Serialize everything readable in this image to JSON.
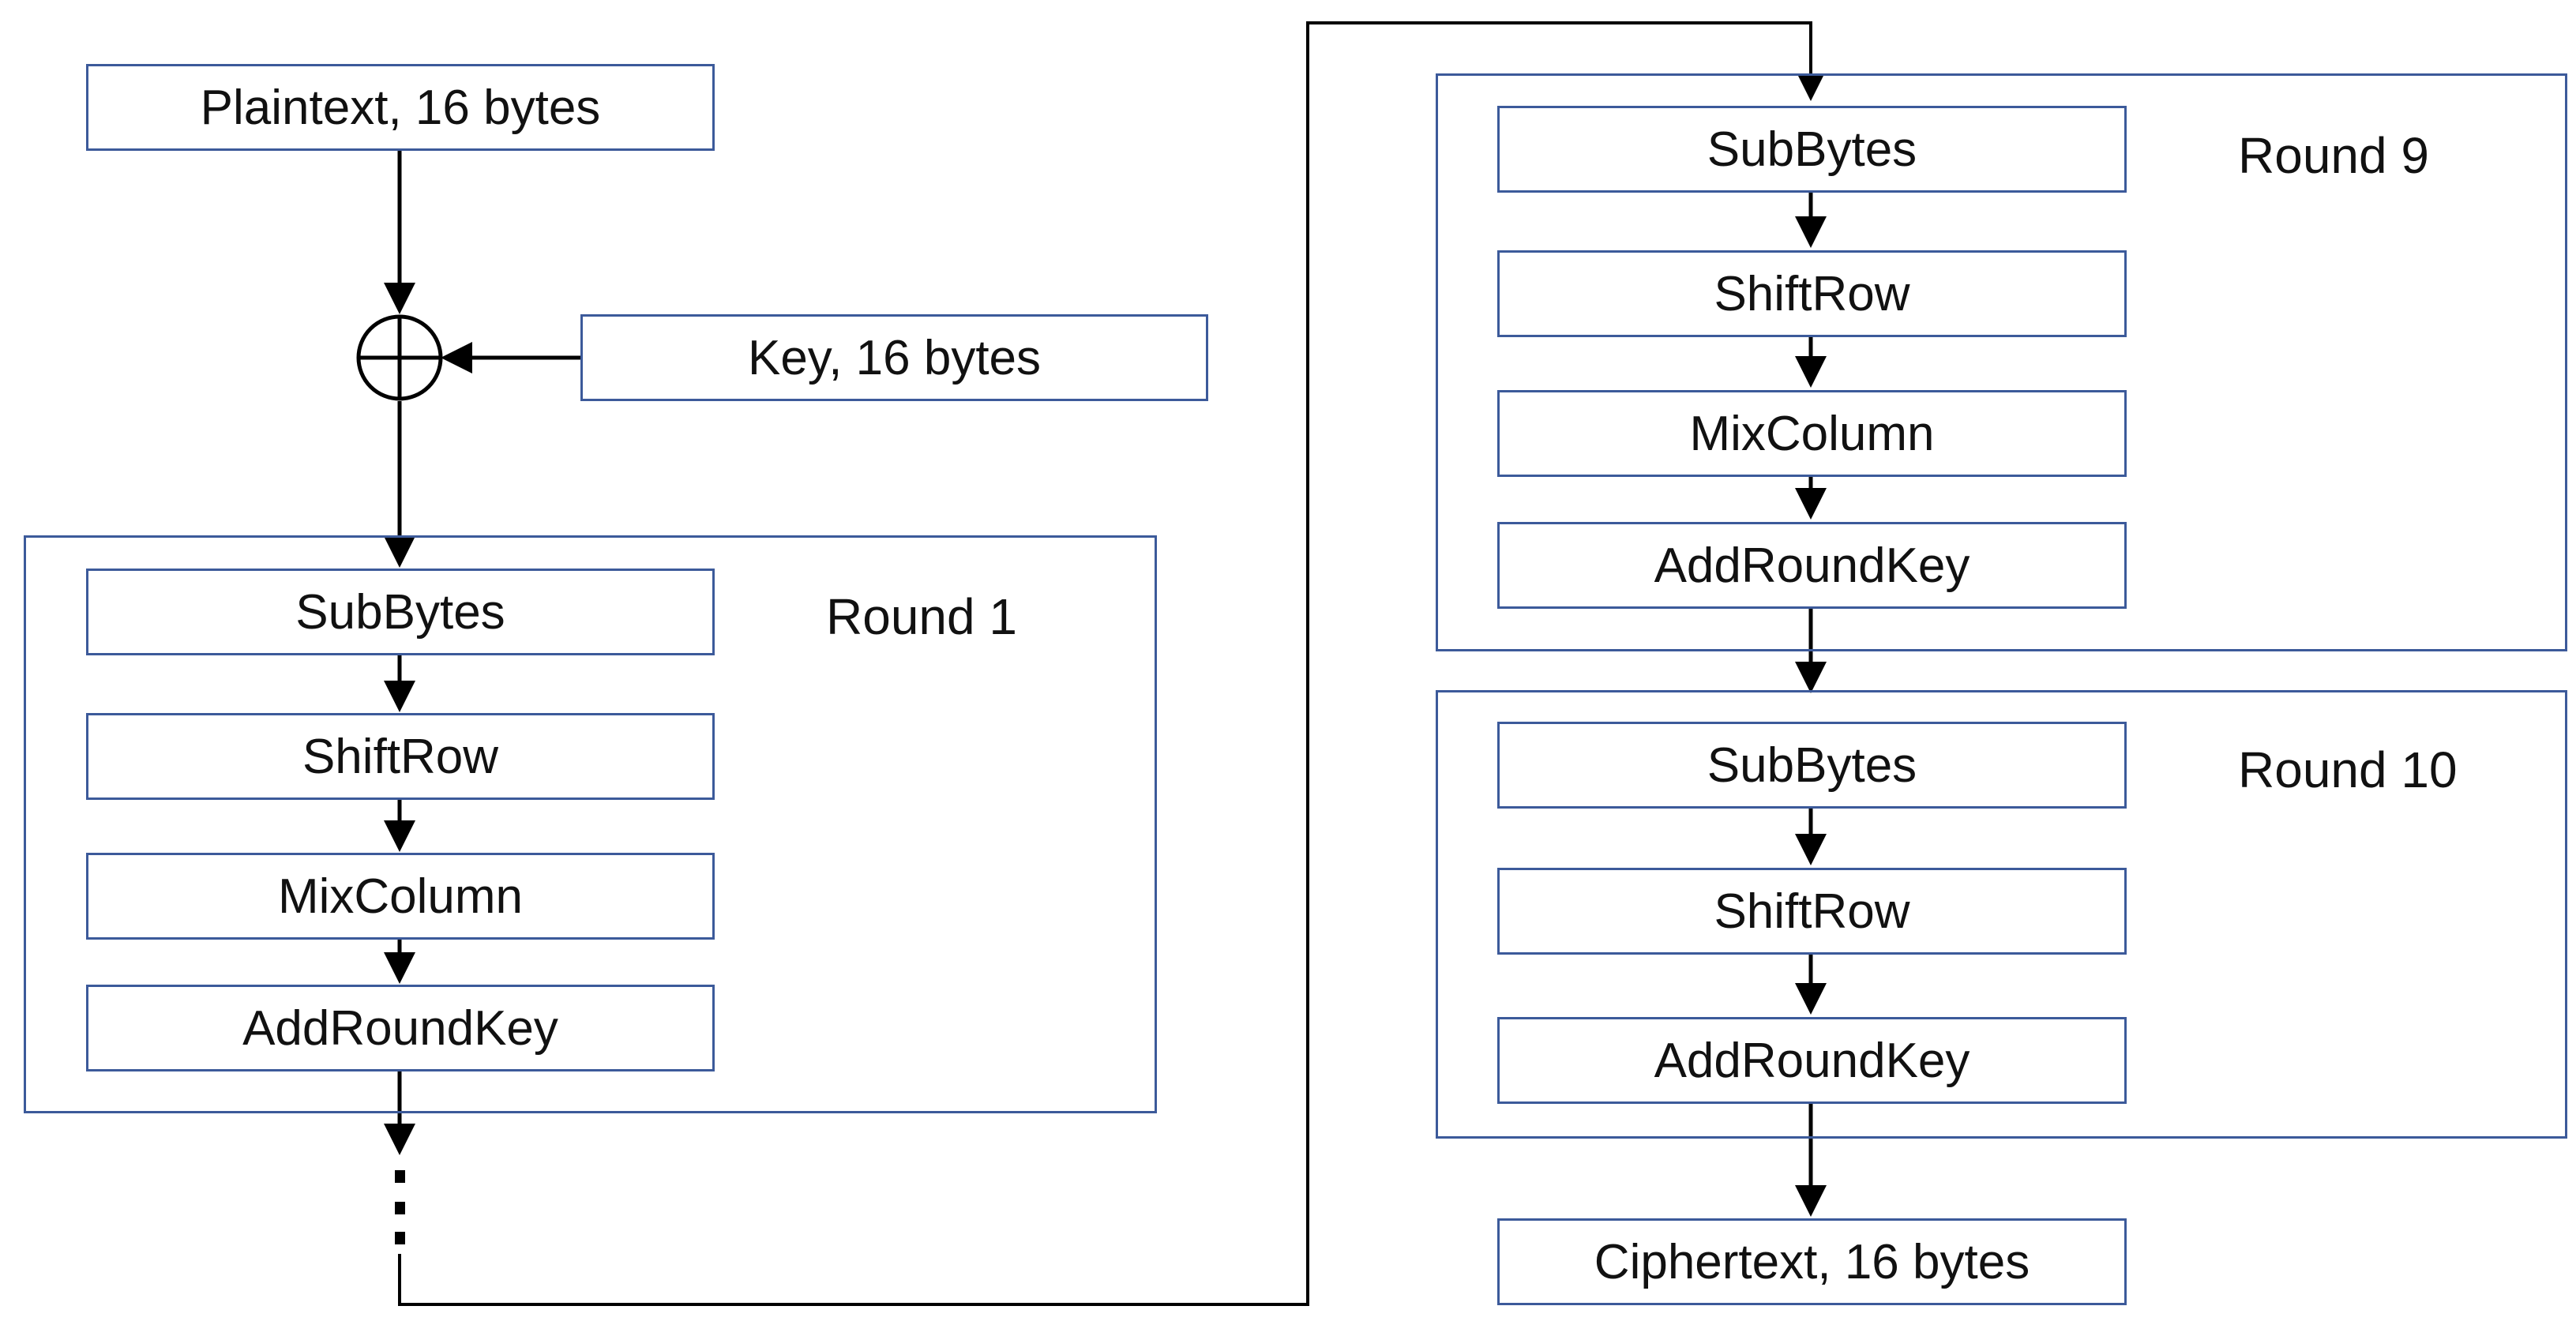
{
  "diagram": {
    "plaintext": "Plaintext, 16 bytes",
    "key": "Key, 16 bytes",
    "ciphertext": "Ciphertext, 16 bytes",
    "xor_symbol": "⊕",
    "continuation": "⋮",
    "round1": {
      "label": "Round 1",
      "steps": [
        "SubBytes",
        "ShiftRow",
        "MixColumn",
        "AddRoundKey"
      ]
    },
    "round9": {
      "label": "Round 9",
      "steps": [
        "SubBytes",
        "ShiftRow",
        "MixColumn",
        "AddRoundKey"
      ]
    },
    "round10": {
      "label": "Round 10",
      "steps": [
        "SubBytes",
        "ShiftRow",
        "AddRoundKey"
      ]
    },
    "colors": {
      "box_border": "#3c5a9a",
      "line": "#000000",
      "text": "#111111"
    }
  }
}
